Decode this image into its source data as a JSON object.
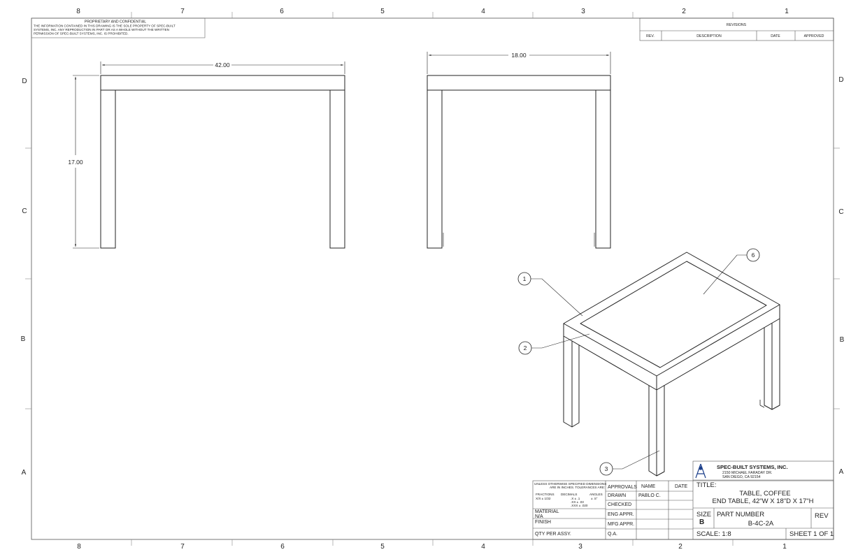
{
  "zones": {
    "columns": [
      "8",
      "7",
      "6",
      "5",
      "4",
      "3",
      "2",
      "1"
    ],
    "rows": [
      "D",
      "C",
      "B",
      "A"
    ]
  },
  "notice": {
    "heading": "PROPRIETARY AND CONFIDENTIAL",
    "lines": [
      "THE INFORMATION CONTAINED IN THIS DRAWING IS THE SOLE PROPERTY OF SPEC-BUILT",
      "SYSTEMS, INC.  ANY REPRODUCTION IN PART OR AS A WHOLE WITHOUT THE WRITTEN",
      "PERMISSION OF SPEC-BUILT SYSTEMS, INC. IS PROHIBITED."
    ]
  },
  "revisions": {
    "title": "REVISIONS",
    "columns": [
      "REV.",
      "DESCRIPTION",
      "DATE",
      "APPROVED"
    ]
  },
  "dimensions": {
    "front_width": "42.00",
    "side_depth": "18.00",
    "height": "17.00"
  },
  "balloons": [
    "1",
    "2",
    "3",
    "6"
  ],
  "title_block": {
    "company": "SPEC-BUILT SYSTEMS, INC.",
    "address_1": "2150 MICHAEL FARADAY DR.",
    "address_2": "SAN DIEGO, CA 92154",
    "title_label": "TITLE:",
    "title_line_1": "TABLE, COFFEE",
    "title_line_2": "END TABLE, 42\"W X 18\"D X 17\"H",
    "tolerance_1": "UNLESS OTHERWISE SPECIFIED DIMENSIONS",
    "tolerance_2": "ARE IN INCHES.  TOLERANCES ARE:",
    "fractions_label": "FRACTIONS",
    "fractions_value": "X/X ± 1/32",
    "decimals_label": "DECIMALS",
    "decimals_1": ".X  ± .1",
    "decimals_2": ".XX  ± .03",
    "decimals_3": ".XXX ± .020",
    "angles_label": "ANGLES",
    "angles_value": "± .5°",
    "material_label": "MATERIAL",
    "material_value": "N/A",
    "finish_label": "FINISH",
    "qty_label": "QTY PER ASSY.",
    "approvals": "APPROVALS",
    "name": "NAME",
    "date": "DATE",
    "rows": [
      "DRAWN",
      "CHECKED",
      "ENG APPR.",
      "MFG APPR.",
      "Q.A."
    ],
    "drawn_by": "PABLO C.",
    "size_label": "SIZE",
    "size_value": "B",
    "part_number_label": "PART NUMBER",
    "part_number_value": "B-4C-2A",
    "rev_label": "REV",
    "scale": "SCALE: 1:8",
    "sheet": "SHEET 1 OF 1"
  }
}
